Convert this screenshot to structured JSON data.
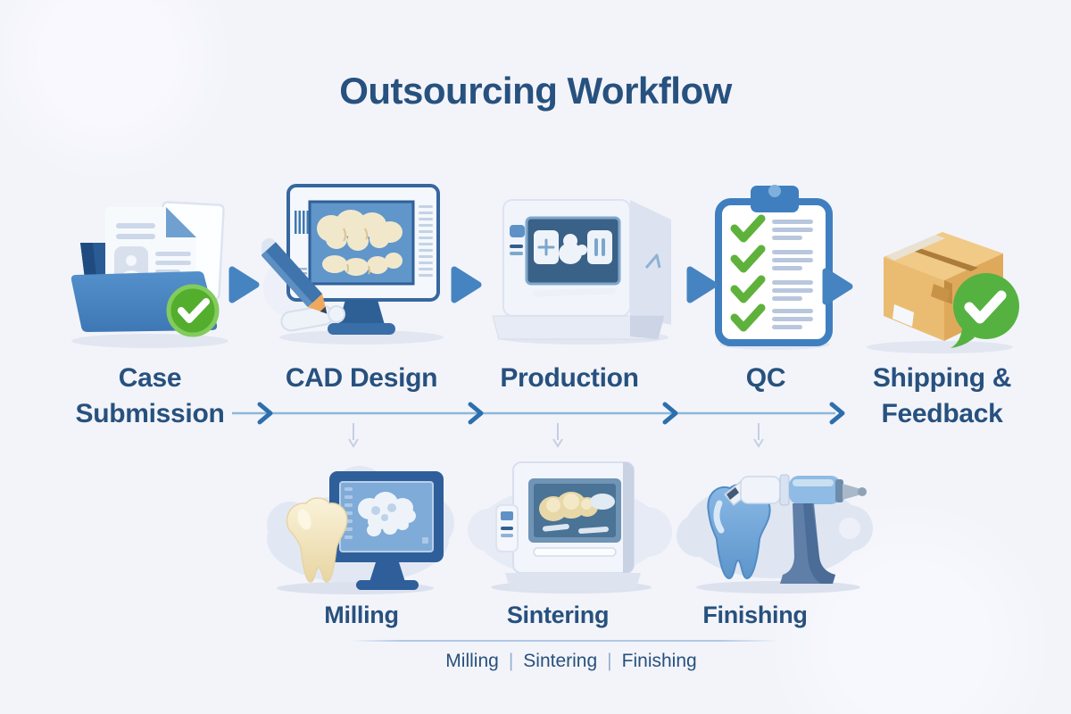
{
  "title": "Outsourcing Workflow",
  "main_flow": {
    "steps": [
      {
        "label": "Case Submission",
        "icon": "folder-with-document-and-check-icon"
      },
      {
        "label": "CAD Design",
        "icon": "monitor-dental-cad-with-pencil-icon"
      },
      {
        "label": "Production",
        "icon": "milling-machine-icon"
      },
      {
        "label": "QC",
        "icon": "clipboard-checklist-icon"
      },
      {
        "label": "Shipping & Feedback",
        "icon": "package-with-check-bubble-icon"
      }
    ],
    "connector_icon": "arrow-right-triangle"
  },
  "sub_flow": {
    "steps": [
      {
        "label": "Milling",
        "icon": "tooth-and-monitor-icon"
      },
      {
        "label": "Sintering",
        "icon": "sintering-furnace-icon"
      },
      {
        "label": "Finishing",
        "icon": "tooth-and-handpiece-icon"
      }
    ]
  },
  "footer": {
    "items": [
      "Milling",
      "Sintering",
      "Finishing"
    ],
    "separator": "|"
  },
  "colors": {
    "background": "#f3f4fa",
    "heading_text": "#27517e",
    "flow_line": "#8cb8dc",
    "flow_chevron": "#2d6fad",
    "arrow_triangle": "#4584c1",
    "check_green": "#54ae2e",
    "box_tan": "#eabc72"
  }
}
